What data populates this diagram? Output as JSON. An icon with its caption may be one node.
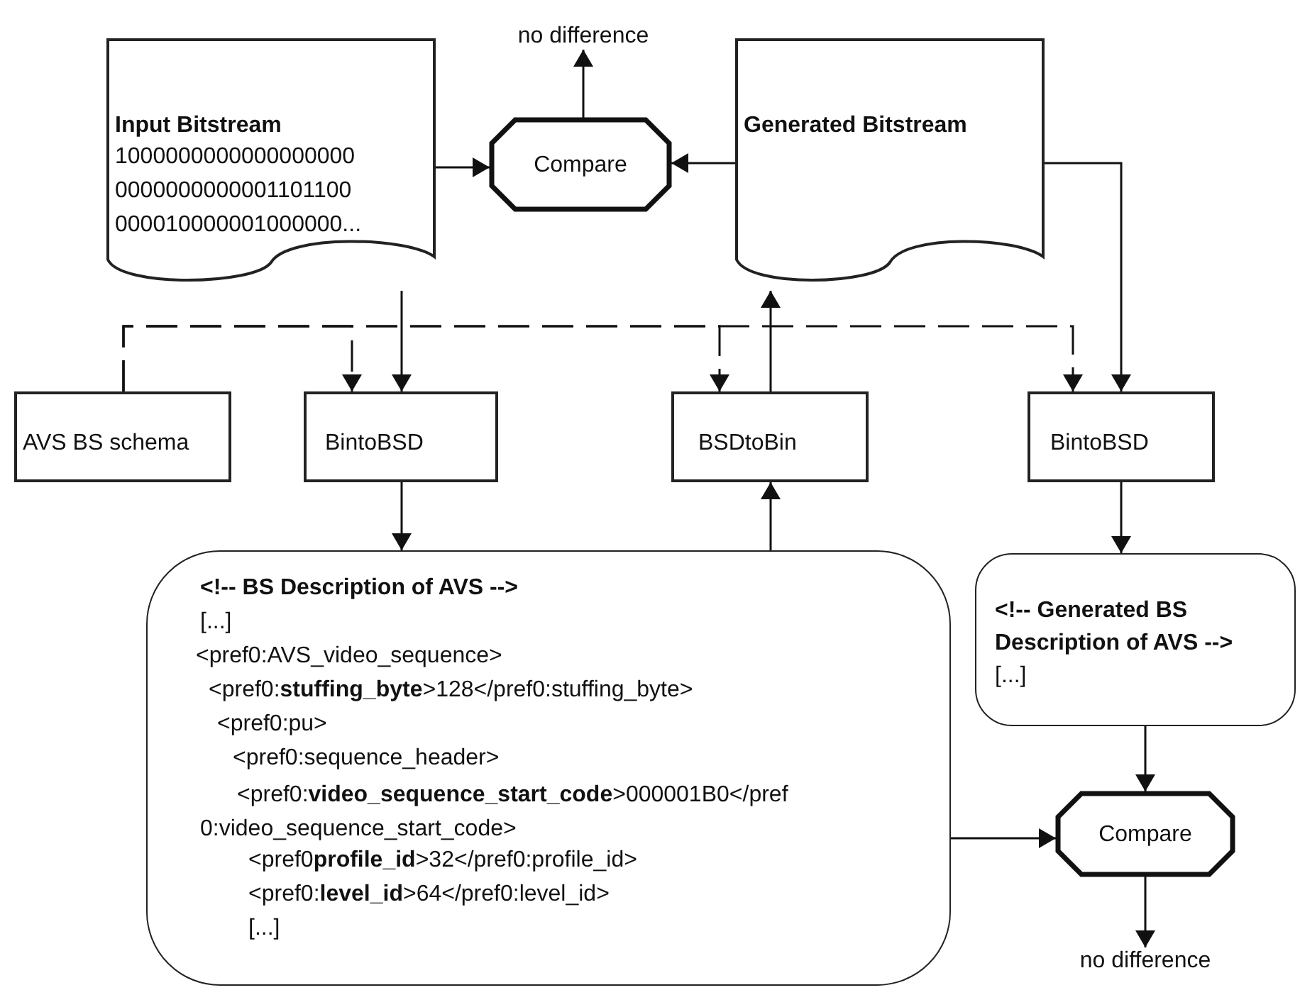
{
  "diagram": {
    "nodes": [
      {
        "text": [
          "Input Bitstream",
          "1000000000000000000 0000000000001101100 000010000001000000..."
        ]
      },
      {
        "text": [
          "Compare"
        ]
      },
      {
        "text": [
          "Generated Bitstream"
        ]
      },
      {
        "text": [
          "AVS BS schema"
        ]
      },
      {
        "text": [
          "BintoBSD"
        ]
      },
      {
        "text": [
          "BSDtoBin"
        ]
      },
      {
        "text": [
          "BintoBSD"
        ]
      },
      {
        "text": [
          "<!-- BS Description of AVS -->",
          "[...]",
          "<pref0:AVS_video_sequence>",
          "<pref0:**stuffing_byte**>128</pref0:stuffing_byte>",
          "<pref0:pu>",
          "<pref0:sequence_header>",
          "<pref0:**video_sequence_start_code**>000001B0</pref0:video_sequence_start_code>",
          "<pref0**profile_id**>32</pref0:profile_id>",
          "<pref0:**level_id**>64</pref0:level_id>",
          "[...]"
        ]
      },
      {
        "text": [
          "<!-- Generated BS Description of AVS -->",
          "[...]"
        ]
      },
      {
        "text": [
          "Compare"
        ]
      },
      {
        "text": [
          "no difference"
        ]
      },
      {
        "text": [
          "no difference"
        ]
      }
    ],
    "edges": [
      {
        "from": 0,
        "to": 1,
        "arrow": "to"
      },
      {
        "from": 2,
        "to": 1,
        "arrow": "to"
      },
      {
        "from": 1,
        "to": 10,
        "arrow": "to"
      },
      {
        "from": 0,
        "to": 4,
        "arrow": "to"
      },
      {
        "from": 2,
        "to": 6,
        "arrow": "to"
      },
      {
        "from": 5,
        "to": 2,
        "arrow": "to"
      },
      {
        "from": 3,
        "to": 4,
        "arrow": "to",
        "style": "dashed"
      },
      {
        "from": 3,
        "to": 5,
        "arrow": "to",
        "style": "dashed"
      },
      {
        "from": 3,
        "to": 6,
        "arrow": "to",
        "style": "dashed"
      },
      {
        "from": 4,
        "to": 7,
        "arrow": "to"
      },
      {
        "from": 7,
        "to": 5,
        "arrow": "to"
      },
      {
        "from": 6,
        "to": 8,
        "arrow": "to"
      },
      {
        "from": 8,
        "to": 9,
        "arrow": "to"
      },
      {
        "from": 7,
        "to": 9,
        "arrow": "to"
      },
      {
        "from": 9,
        "to": 11,
        "arrow": "to"
      }
    ]
  }
}
